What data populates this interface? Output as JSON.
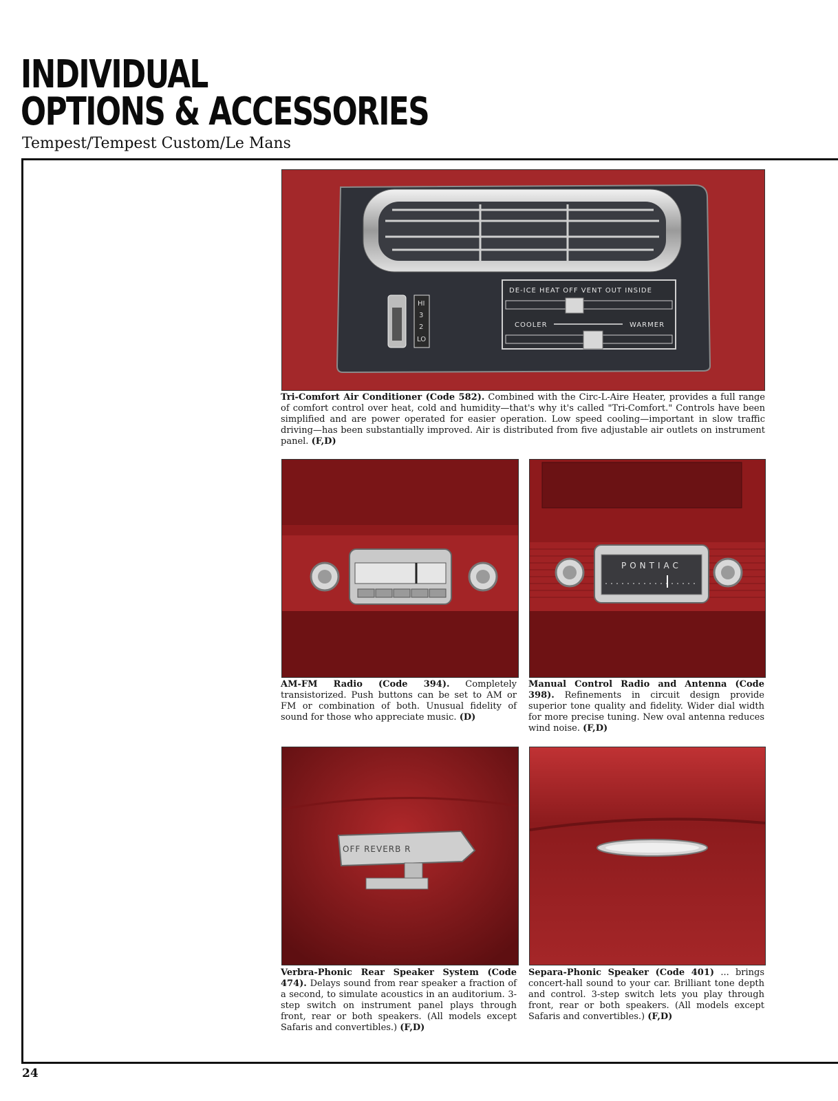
{
  "header": {
    "title_line1": "INDIVIDUAL",
    "title_line2": "OPTIONS & ACCESSORIES",
    "subtitle": "Tempest/Tempest Custom/Le Mans"
  },
  "ac_panel": {
    "modes": "DE-ICE HEAT OFF VENT OUT INSIDE",
    "cooler": "COOLER",
    "warmer": "WARMER",
    "fan_hi": "HI",
    "fan_3": "3",
    "fan_2": "2",
    "fan_lo": "LO"
  },
  "radio2": {
    "brand": "PONTIAC"
  },
  "items": [
    {
      "name": "Tri-Comfort Air Conditioner (Code 582).",
      "text": "Combined with the Circ-L-Aire Heater, provides a full range of comfort control over heat, cold and humidity—that's why it's called \"Tri-Comfort.\" Controls have been simplified and are power operated for easier operation. Low speed cooling—important in slow traffic driving—has been substantially improved. Air is distributed from five adjustable air outlets on instrument panel.",
      "codes": "(F,D)"
    },
    {
      "name": "AM-FM Radio (Code 394).",
      "text": "Completely transistorized. Push buttons can be set to AM or FM or combination of both. Unusual fidelity of sound for those who appreciate music.",
      "codes": "(D)"
    },
    {
      "name": "Manual Control Radio and Antenna (Code 398).",
      "text": "Refinements in circuit design provide superior tone quality and fidelity. Wider dial width for more precise tuning. New oval antenna reduces wind noise.",
      "codes": "(F,D)"
    },
    {
      "name": "Verbra-Phonic Rear Speaker System (Code 474).",
      "text": "Delays sound from rear speaker a fraction of a second, to simulate acoustics in an auditorium. 3-step switch on instrument panel plays through front, rear or both speakers. (All models except Safaris and convertibles.)",
      "codes": "(F,D)"
    },
    {
      "name": "Separa-Phonic Speaker (Code 401)",
      "text": "... brings concert-hall sound to your car. Brilliant tone depth and control. 3-step switch lets you play through front, rear or both speakers. (All models except Safaris and convertibles.)",
      "codes": "(F,D)"
    }
  ],
  "verbra_switch": {
    "label": "OFF REVERB R"
  },
  "page_number": "24"
}
